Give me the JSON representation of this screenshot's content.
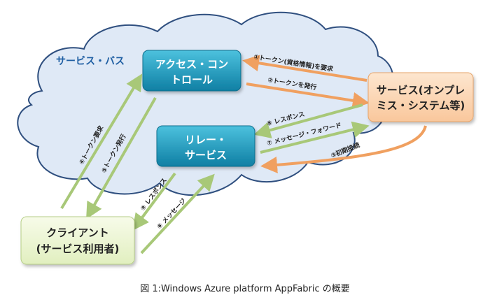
{
  "cloud": {
    "title": "サービス・バス"
  },
  "boxes": {
    "access_control": {
      "line1": "アクセス・コン",
      "line2": "トロール"
    },
    "relay_service": {
      "line1": "リレー・",
      "line2": "サービス"
    },
    "service_onprem": {
      "line1": "サービス(オンプレ",
      "line2": "ミス・システム等)"
    },
    "client": {
      "line1": "クライアント",
      "line2": "(サービス利用者)"
    }
  },
  "arrows": {
    "a1": "①トークン(資格情報)を要求",
    "a2": "②トークンを発行",
    "a3": "③初期接続",
    "a4": "④トークン要求",
    "a5": "⑤トークン発行",
    "a6": "⑥ メッセージ",
    "a7": "⑦ メッセージ・フォワード",
    "a8": "⑧ レスポンス",
    "a9": "⑨ レスポンス"
  },
  "colors": {
    "cloud_fill": "#dfe9f6",
    "cloud_stroke": "#2f4f7f",
    "teal_box": "#1593b5",
    "orange_box": "#fbd7b4",
    "green_box": "#eef6d6",
    "orange_arrow": "#f0a060",
    "green_arrow": "#a8c878"
  },
  "caption": "図 1:Windows Azure platform AppFabric の概要"
}
